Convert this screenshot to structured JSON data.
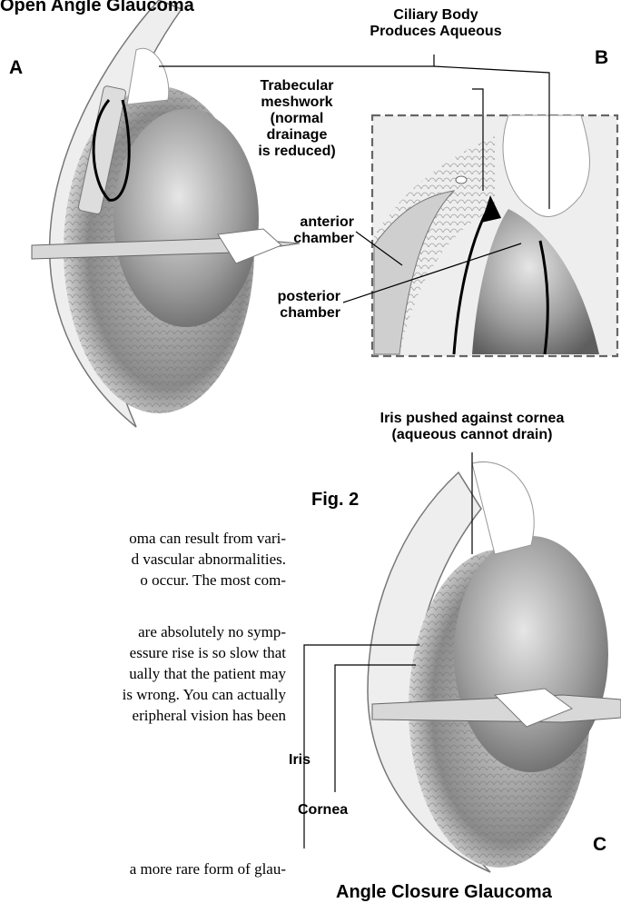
{
  "header": {
    "title": "Open Angle Glaucoma"
  },
  "panels": {
    "a": "A",
    "b": "B",
    "c": "C",
    "fig": "Fig. 2"
  },
  "labels": {
    "ciliary_1": "Ciliary Body",
    "ciliary_2": "Produces Aqueous",
    "trab_1": "Trabecular",
    "trab_2": "meshwork",
    "trab_3": "(normal",
    "trab_4": "drainage",
    "trab_5": "is reduced)",
    "anterior_1": "anterior",
    "anterior_2": "chamber",
    "posterior_1": "posterior",
    "posterior_2": "chamber",
    "iris_pushed_1": "Iris pushed against cornea",
    "iris_pushed_2": "(aqueous cannot drain)",
    "iris": "Iris",
    "cornea": "Cornea"
  },
  "footer": {
    "title": "Angle Closure Glaucoma"
  },
  "body_text": {
    "p1_l1": "oma can result from vari-",
    "p1_l2": "d vascular abnormalities.",
    "p1_l3": "o occur. The  most com-",
    "p2_l1": "are absolutely no symp-",
    "p2_l2": "essure rise is so slow that",
    "p2_l3": "ually that the patient may",
    "p2_l4": "is wrong. You can actually",
    "p2_l5": "eripheral vision has been",
    "p3_l1": "a more rare form of glau-"
  }
}
